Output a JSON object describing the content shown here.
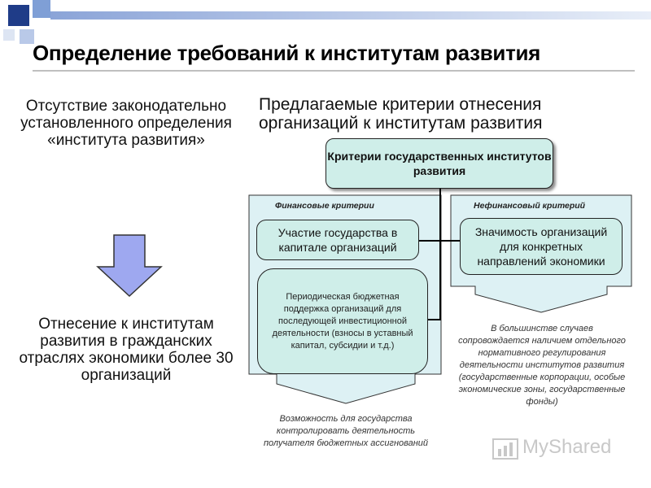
{
  "title": "Определение требований к институтам развития",
  "left": {
    "top_text": "Отсутствие законодательно установленного определения «института развития»",
    "bottom_text": "Отнесение к институтам развития в гражданских отраслях экономики более 30 организаций"
  },
  "right_heading": "Предлагаемые критерии отнесения организаций к институтам развития",
  "diagram": {
    "top_box": "Критерии государственных институтов развития",
    "financial": {
      "label": "Финансовые критерии",
      "item1": "Участие государства в капитале организаций",
      "item2": "Периодическая бюджетная поддержка организаций для последующей инвестиционной деятельности (взносы в уставный капитал, субсидии и т.д.)",
      "note": "Возможность для государства контролировать деятельность получателя бюджетных ассигнований"
    },
    "nonfinancial": {
      "label": "Нефинансовый критерий",
      "item1": "Значимость организаций для конкретных направлений экономики",
      "note": "В большинстве случаев сопровождается наличием отдельного нормативного регулирования деятельности институтов развития (государственные корпорации, особые экономические зоны, государственные фонды)"
    }
  },
  "watermark": "MyShared",
  "colors": {
    "panel": "#ddf1f4",
    "box": "#cfeee9",
    "arrow_left": "#9ea8f0",
    "deco_blue": "#5b7fc2"
  }
}
